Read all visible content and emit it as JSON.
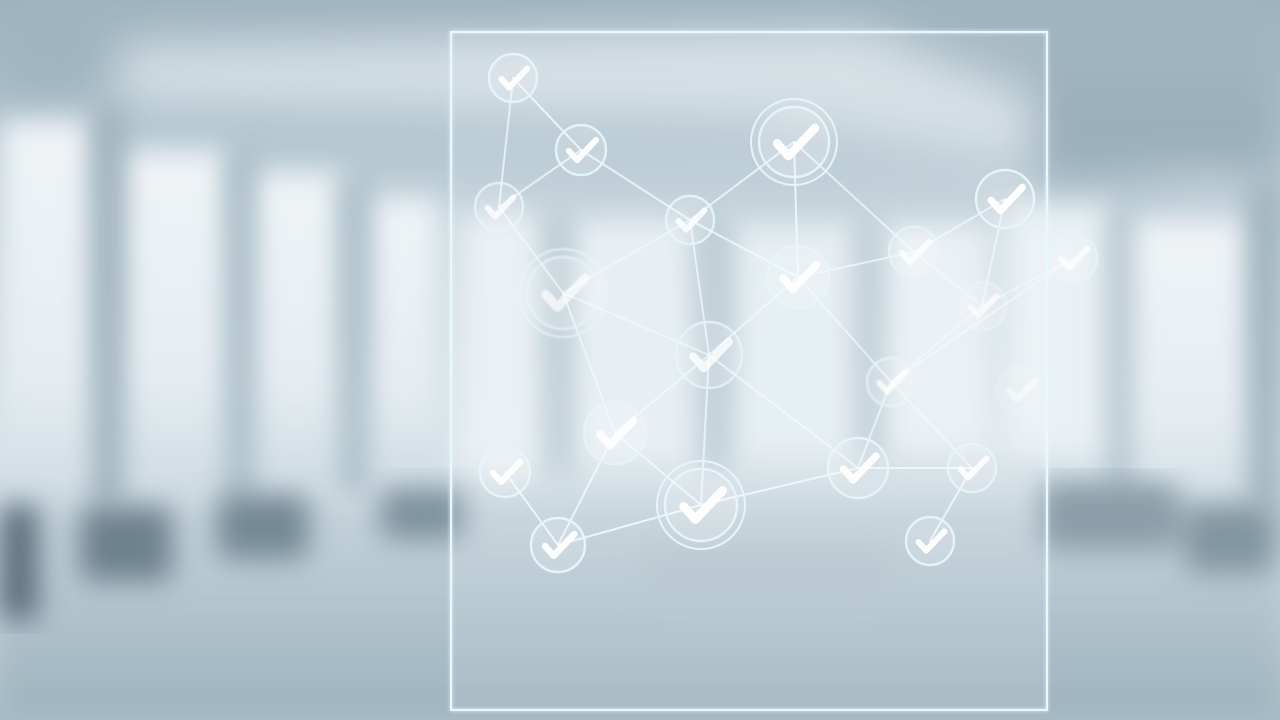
{
  "scene": {
    "subject": "blurred-office-interior",
    "overlay": "checkmark-network-panel",
    "check_symbol": "✔"
  },
  "palette": {
    "wall": "#c4d3da",
    "ceiling": "#9fb5c0",
    "window_light": "#eef3f5",
    "floor": "#a7bcc6",
    "furniture_dark": "#4b6170",
    "panel_stroke": "#e6f6fb",
    "line": "#f3fbff",
    "node_fill": "rgba(255,255,255,0.16)"
  },
  "nodes": [
    {
      "id": "n1",
      "emphasis": "normal"
    },
    {
      "id": "n2",
      "emphasis": "normal"
    },
    {
      "id": "n3",
      "emphasis": "normal"
    },
    {
      "id": "n4",
      "emphasis": "double"
    },
    {
      "id": "n5",
      "emphasis": "normal"
    },
    {
      "id": "n6",
      "emphasis": "double"
    },
    {
      "id": "n7",
      "emphasis": "normal"
    },
    {
      "id": "n8",
      "emphasis": "normal"
    },
    {
      "id": "n9",
      "emphasis": "normal"
    },
    {
      "id": "n10",
      "emphasis": "normal"
    },
    {
      "id": "n11",
      "emphasis": "normal"
    },
    {
      "id": "n12",
      "emphasis": "normal"
    },
    {
      "id": "n13",
      "emphasis": "normal"
    },
    {
      "id": "n14",
      "emphasis": "normal"
    },
    {
      "id": "n15",
      "emphasis": "normal"
    },
    {
      "id": "n16",
      "emphasis": "normal"
    },
    {
      "id": "n17",
      "emphasis": "double"
    },
    {
      "id": "n18",
      "emphasis": "normal"
    },
    {
      "id": "n19",
      "emphasis": "normal"
    },
    {
      "id": "n20",
      "emphasis": "normal"
    },
    {
      "id": "n21",
      "emphasis": "normal"
    }
  ],
  "edges": [
    [
      "n1",
      "n2"
    ],
    [
      "n1",
      "n3"
    ],
    [
      "n2",
      "n3"
    ],
    [
      "n2",
      "n5"
    ],
    [
      "n3",
      "n6"
    ],
    [
      "n5",
      "n4"
    ],
    [
      "n5",
      "n6"
    ],
    [
      "n5",
      "n7"
    ],
    [
      "n5",
      "n8"
    ],
    [
      "n4",
      "n7"
    ],
    [
      "n4",
      "n9"
    ],
    [
      "n7",
      "n9"
    ],
    [
      "n7",
      "n8"
    ],
    [
      "n7",
      "n12"
    ],
    [
      "n9",
      "n10"
    ],
    [
      "n9",
      "n11"
    ],
    [
      "n10",
      "n11"
    ],
    [
      "n11",
      "n13"
    ],
    [
      "n6",
      "n8"
    ],
    [
      "n6",
      "n14"
    ],
    [
      "n8",
      "n14"
    ],
    [
      "n8",
      "n17"
    ],
    [
      "n8",
      "n16"
    ],
    [
      "n14",
      "n17"
    ],
    [
      "n14",
      "n20"
    ],
    [
      "n15",
      "n20"
    ],
    [
      "n17",
      "n20"
    ],
    [
      "n17",
      "n16"
    ],
    [
      "n16",
      "n12"
    ],
    [
      "n12",
      "n11"
    ],
    [
      "n12",
      "n13"
    ],
    [
      "n16",
      "n18"
    ],
    [
      "n18",
      "n21"
    ],
    [
      "n12",
      "n18"
    ]
  ]
}
